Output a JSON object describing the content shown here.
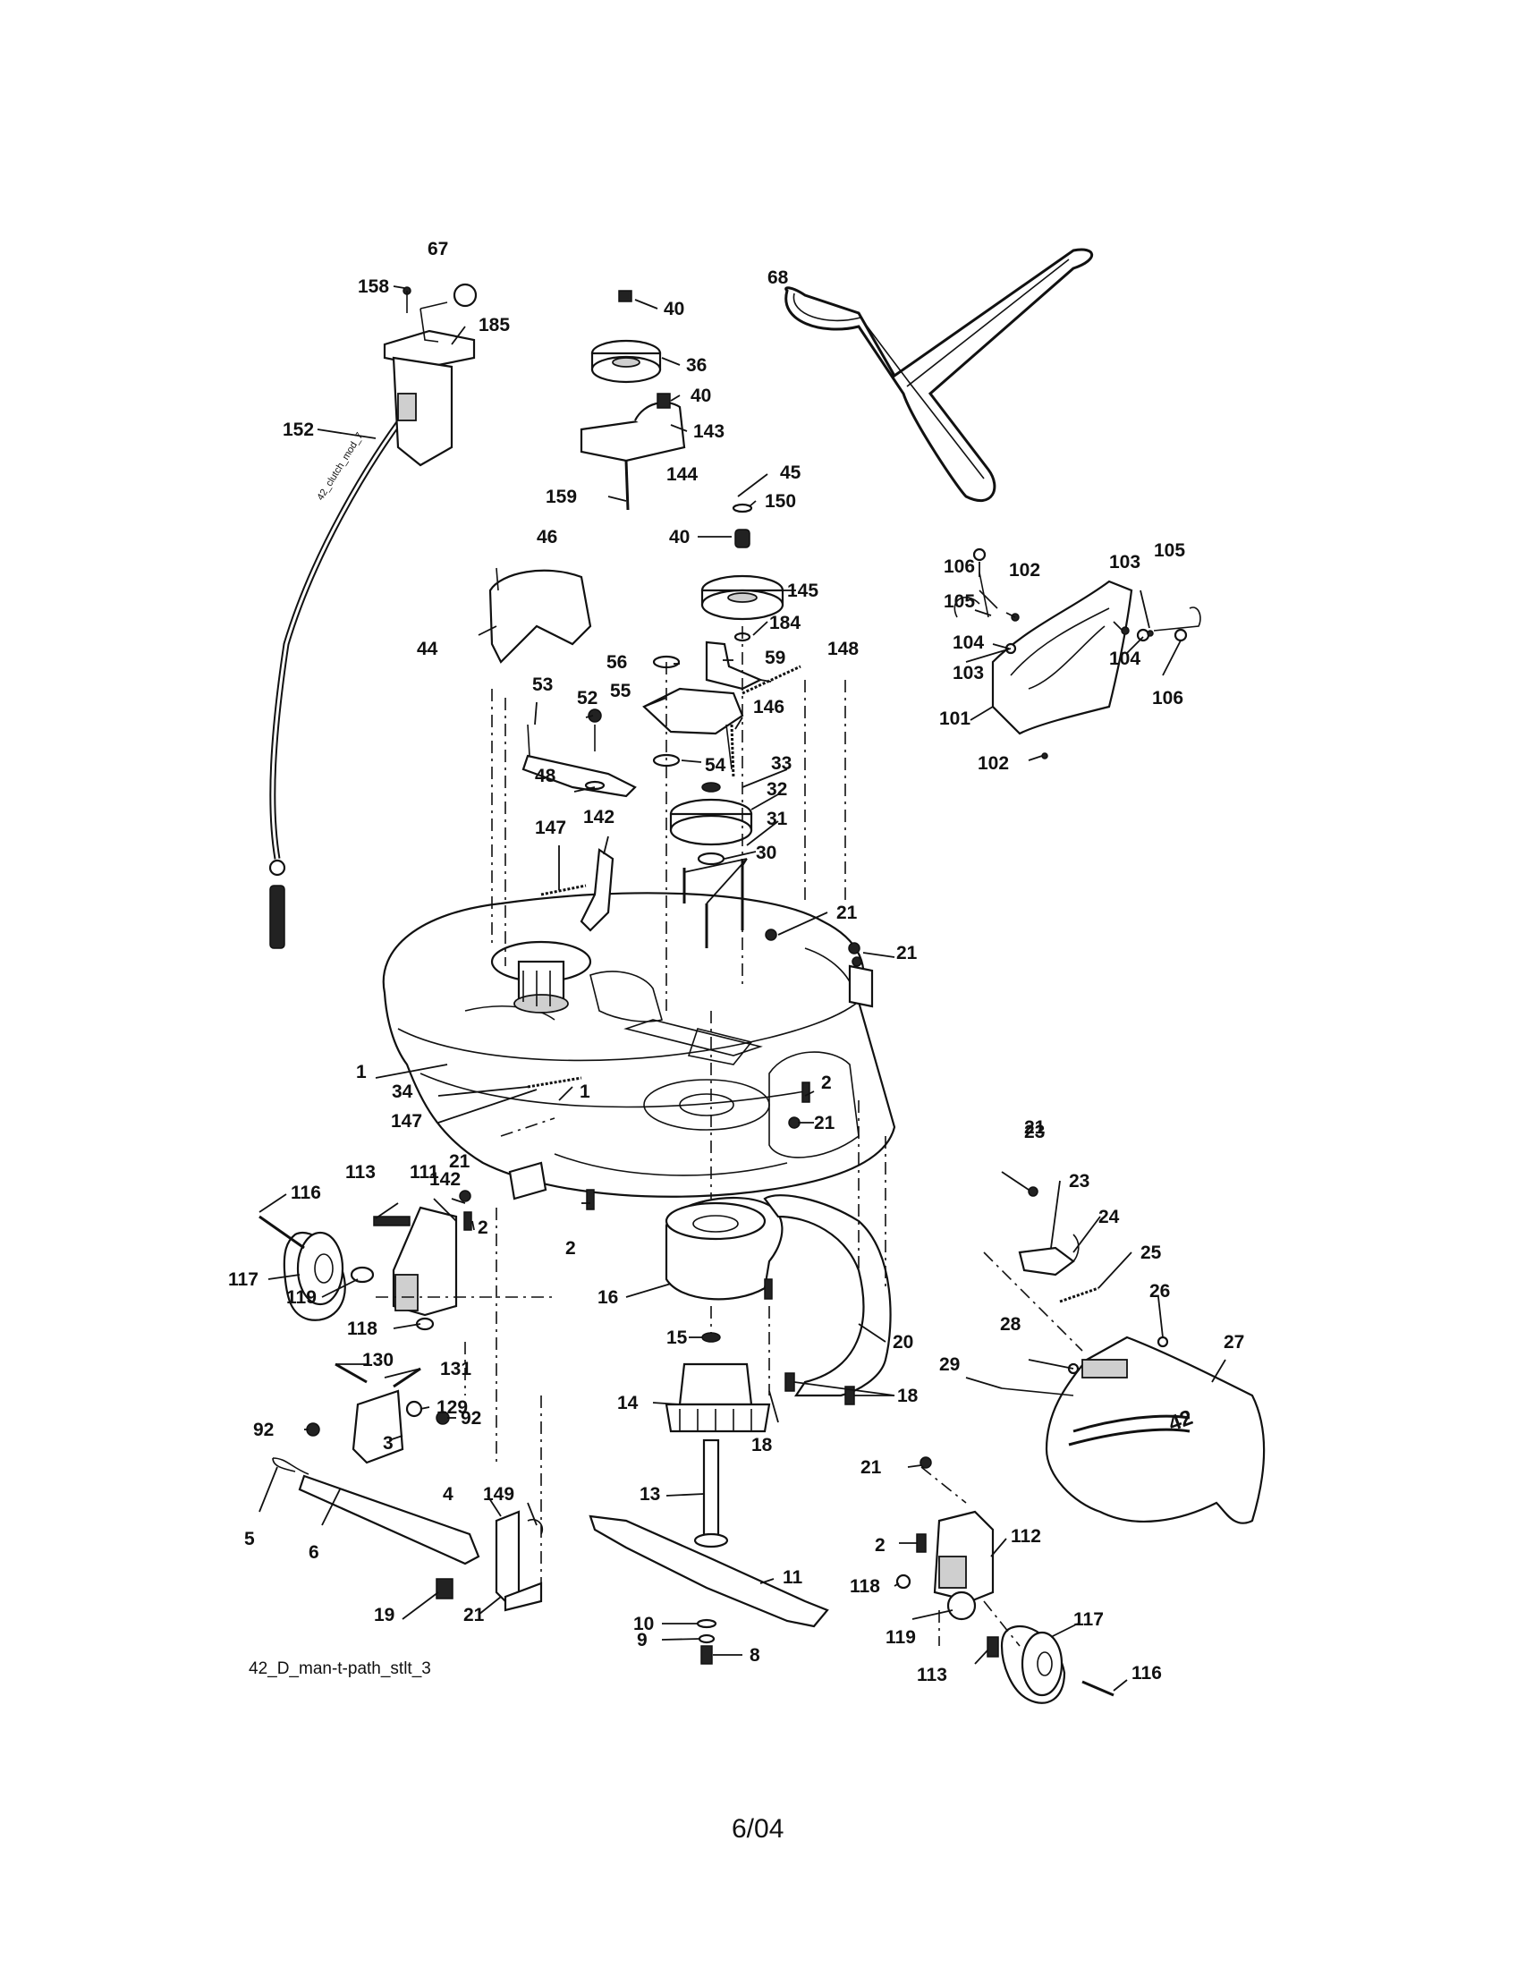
{
  "caption": "42_D_man-t-path_stlt_3",
  "footer": "6/04",
  "deck_logo": "42",
  "cable_text": "42_clutch_mod_7",
  "labels": [
    {
      "id": "67",
      "t": "67"
    },
    {
      "id": "158",
      "t": "158"
    },
    {
      "id": "185",
      "t": "185"
    },
    {
      "id": "152",
      "t": "152"
    },
    {
      "id": "40a",
      "t": "40"
    },
    {
      "id": "36",
      "t": "36"
    },
    {
      "id": "40b",
      "t": "40"
    },
    {
      "id": "143",
      "t": "143"
    },
    {
      "id": "144",
      "t": "144"
    },
    {
      "id": "159",
      "t": "159"
    },
    {
      "id": "45",
      "t": "45"
    },
    {
      "id": "150",
      "t": "150"
    },
    {
      "id": "40c",
      "t": "40"
    },
    {
      "id": "68",
      "t": "68"
    },
    {
      "id": "46",
      "t": "46"
    },
    {
      "id": "44",
      "t": "44"
    },
    {
      "id": "145",
      "t": "145"
    },
    {
      "id": "184",
      "t": "184"
    },
    {
      "id": "56",
      "t": "56"
    },
    {
      "id": "59",
      "t": "59"
    },
    {
      "id": "148",
      "t": "148"
    },
    {
      "id": "55",
      "t": "55"
    },
    {
      "id": "53",
      "t": "53"
    },
    {
      "id": "52",
      "t": "52"
    },
    {
      "id": "146",
      "t": "146"
    },
    {
      "id": "54",
      "t": "54"
    },
    {
      "id": "33",
      "t": "33"
    },
    {
      "id": "48",
      "t": "48"
    },
    {
      "id": "32",
      "t": "32"
    },
    {
      "id": "31",
      "t": "31"
    },
    {
      "id": "147a",
      "t": "147"
    },
    {
      "id": "142a",
      "t": "142"
    },
    {
      "id": "30",
      "t": "30"
    },
    {
      "id": "21a",
      "t": "21"
    },
    {
      "id": "21b",
      "t": "21"
    },
    {
      "id": "106a",
      "t": "106"
    },
    {
      "id": "102a",
      "t": "102"
    },
    {
      "id": "103a",
      "t": "103"
    },
    {
      "id": "105a",
      "t": "105"
    },
    {
      "id": "105b",
      "t": "105"
    },
    {
      "id": "104a",
      "t": "104"
    },
    {
      "id": "103b",
      "t": "103"
    },
    {
      "id": "104b",
      "t": "104"
    },
    {
      "id": "106b",
      "t": "106"
    },
    {
      "id": "101",
      "t": "101"
    },
    {
      "id": "102b",
      "t": "102"
    },
    {
      "id": "1a",
      "t": "1"
    },
    {
      "id": "34",
      "t": "34"
    },
    {
      "id": "1b",
      "t": "1"
    },
    {
      "id": "147b",
      "t": "147"
    },
    {
      "id": "2a",
      "t": "2"
    },
    {
      "id": "21c",
      "t": "21"
    },
    {
      "id": "21d",
      "t": "21"
    },
    {
      "id": "116a",
      "t": "116"
    },
    {
      "id": "113a",
      "t": "113"
    },
    {
      "id": "111",
      "t": "111"
    },
    {
      "id": "142b",
      "t": "142"
    },
    {
      "id": "21e",
      "t": "21"
    },
    {
      "id": "2b",
      "t": "2"
    },
    {
      "id": "2c",
      "t": "2"
    },
    {
      "id": "117a",
      "t": "117"
    },
    {
      "id": "119a",
      "t": "119"
    },
    {
      "id": "118a",
      "t": "118"
    },
    {
      "id": "23",
      "t": "23"
    },
    {
      "id": "24",
      "t": "24"
    },
    {
      "id": "25",
      "t": "25"
    },
    {
      "id": "26",
      "t": "26"
    },
    {
      "id": "16",
      "t": "16"
    },
    {
      "id": "15",
      "t": "15"
    },
    {
      "id": "20",
      "t": "20"
    },
    {
      "id": "28",
      "t": "28"
    },
    {
      "id": "27",
      "t": "27"
    },
    {
      "id": "29",
      "t": "29"
    },
    {
      "id": "130",
      "t": "130"
    },
    {
      "id": "131",
      "t": "131"
    },
    {
      "id": "129",
      "t": "129"
    },
    {
      "id": "92a",
      "t": "92"
    },
    {
      "id": "92b",
      "t": "92"
    },
    {
      "id": "3",
      "t": "3"
    },
    {
      "id": "14",
      "t": "14"
    },
    {
      "id": "18a",
      "t": "18"
    },
    {
      "id": "18b",
      "t": "18"
    },
    {
      "id": "21f",
      "t": "21"
    },
    {
      "id": "4",
      "t": "4"
    },
    {
      "id": "149",
      "t": "149"
    },
    {
      "id": "13",
      "t": "13"
    },
    {
      "id": "5",
      "t": "5"
    },
    {
      "id": "6",
      "t": "6"
    },
    {
      "id": "112",
      "t": "112"
    },
    {
      "id": "2d",
      "t": "2"
    },
    {
      "id": "11",
      "t": "11"
    },
    {
      "id": "118b",
      "t": "118"
    },
    {
      "id": "19",
      "t": "19"
    },
    {
      "id": "21g",
      "t": "21"
    },
    {
      "id": "10",
      "t": "10"
    },
    {
      "id": "117b",
      "t": "117"
    },
    {
      "id": "9",
      "t": "9"
    },
    {
      "id": "119b",
      "t": "119"
    },
    {
      "id": "8",
      "t": "8"
    },
    {
      "id": "113b",
      "t": "113"
    },
    {
      "id": "116b",
      "t": "116"
    }
  ]
}
